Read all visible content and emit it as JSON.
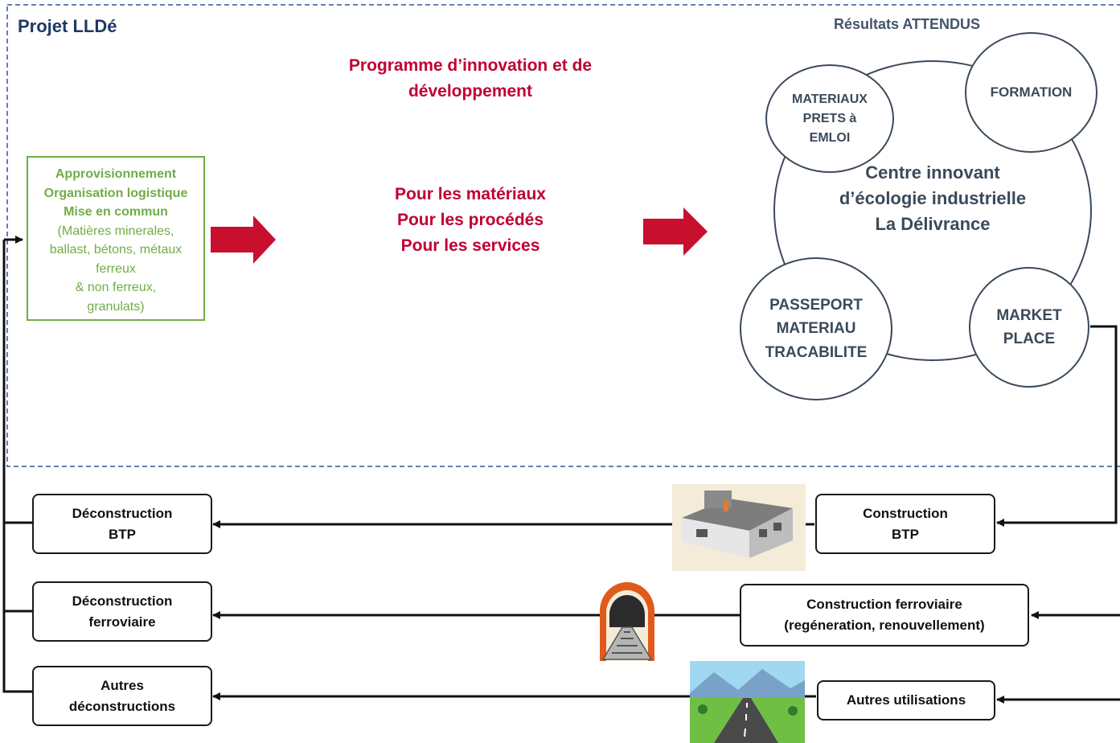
{
  "project_title": "Projet LLDé",
  "program_heading": [
    "Programme d’innovation et de",
    "développement"
  ],
  "program_targets": [
    "Pour les matériaux",
    "Pour les procédés",
    "Pour les services"
  ],
  "supply_box": {
    "bold_lines": [
      "Approvisionnement",
      "Organisation logistique",
      "Mise en commun"
    ],
    "normal_lines": [
      "(Matières minerales,",
      "ballast, bétons, métaux",
      "ferreux",
      "& non ferreux,",
      "granulats)"
    ]
  },
  "results_title": "Résultats ATTENDUS",
  "center_circle": [
    "Centre  innovant",
    "d’écologie industrielle",
    "La Délivrance"
  ],
  "result_circles": {
    "materiaux": [
      "MATERIAUX",
      "PRETS à",
      "EMLOI"
    ],
    "formation": [
      "FORMATION"
    ],
    "passeport": [
      "PASSEPORT",
      "MATERIAU",
      "TRACABILITE"
    ],
    "market": [
      "MARKET",
      "PLACE"
    ]
  },
  "deconstruction_boxes": [
    [
      "Déconstruction",
      "BTP"
    ],
    [
      "Déconstruction",
      "ferroviaire"
    ],
    [
      "Autres",
      "déconstructions"
    ]
  ],
  "construction_boxes": [
    [
      "Construction",
      "BTP"
    ],
    [
      "Construction ferroviaire",
      "(regéneration, renouvellement)"
    ],
    [
      "Autres utilisations"
    ]
  ],
  "illustrations": [
    "house-illustration",
    "railway-tunnel-illustration",
    "road-landscape-illustration"
  ],
  "colors": {
    "accent_red": "#c00033",
    "green": "#70ad47",
    "navy": "#1f3864",
    "dashed_border": "#2e5597"
  }
}
